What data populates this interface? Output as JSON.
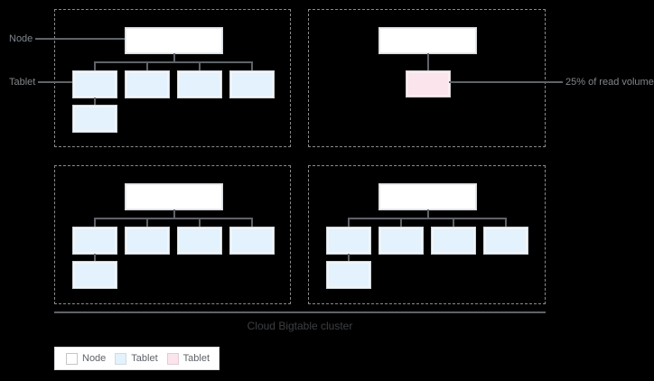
{
  "title": "Cloud Bigtable cluster",
  "labels": {
    "node_pointer": "Node",
    "tablet_pointer": "Tablet",
    "hot_annotation": "25% of read volume"
  },
  "legend": {
    "items": [
      {
        "label": "Node",
        "type": "node"
      },
      {
        "label": "Tablet",
        "type": "tablet"
      },
      {
        "label": "Tablet",
        "type": "hot-tablet"
      }
    ]
  },
  "colors": {
    "background": "#000000",
    "node_fill": "#ffffff",
    "tablet_fill": "#e3f2fd",
    "hot_tablet_fill": "#fce4ec",
    "connector_line": "#5f6368",
    "dashed_border": "#8a8a8a",
    "pointer_text": "#80868b",
    "title_text": "#3c4043",
    "legend_text": "#5f6368",
    "legend_border": "#dadce0"
  },
  "diagram": {
    "quadrants": [
      {
        "id": "node-group-1",
        "layout": "four-plus-one"
      },
      {
        "id": "node-group-2",
        "layout": "single-hot"
      },
      {
        "id": "node-group-3",
        "layout": "four-plus-one"
      },
      {
        "id": "node-group-4",
        "layout": "four-plus-one"
      }
    ]
  }
}
